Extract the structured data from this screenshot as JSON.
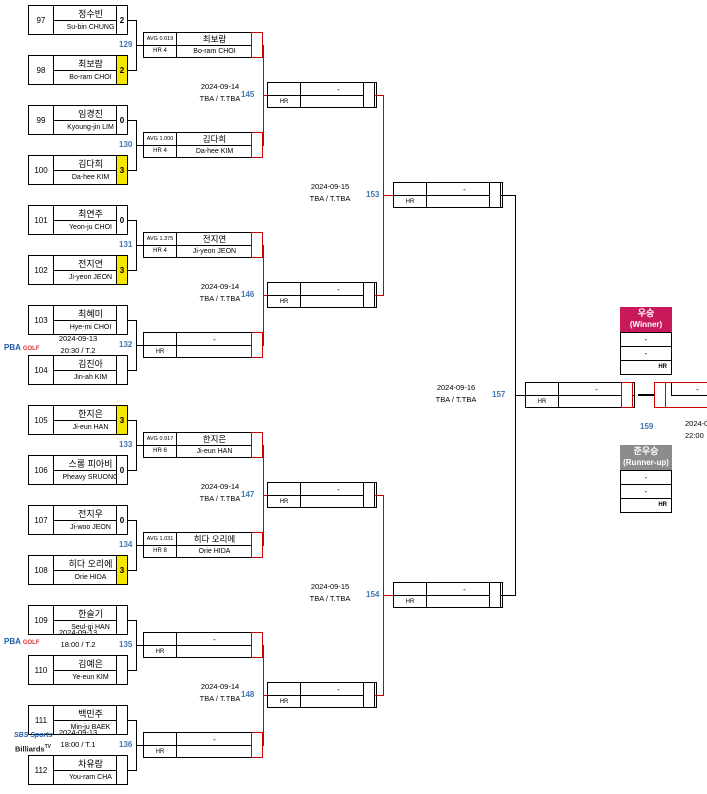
{
  "players": [
    {
      "seed": "97",
      "kr": "정수빈",
      "en": "Su-bin CHUNG",
      "score": "2",
      "win": false
    },
    {
      "seed": "98",
      "kr": "최보람",
      "en": "Bo-ram CHOI",
      "score": "2",
      "win": true
    },
    {
      "seed": "99",
      "kr": "임경진",
      "en": "Kyoung-jin LIM",
      "score": "0",
      "win": false
    },
    {
      "seed": "100",
      "kr": "김다희",
      "en": "Da-hee KIM",
      "score": "3",
      "win": true
    },
    {
      "seed": "101",
      "kr": "최연주",
      "en": "Yeon-ju CHOI",
      "score": "0",
      "win": false
    },
    {
      "seed": "102",
      "kr": "전지연",
      "en": "Ji-yeon JEON",
      "score": "3",
      "win": true
    },
    {
      "seed": "103",
      "kr": "최혜미",
      "en": "Hye-mi CHOI",
      "score": "",
      "win": false
    },
    {
      "seed": "104",
      "kr": "김진아",
      "en": "Jin-ah KIM",
      "score": "",
      "win": false
    },
    {
      "seed": "105",
      "kr": "한지은",
      "en": "Ji-eun HAN",
      "score": "3",
      "win": true
    },
    {
      "seed": "106",
      "kr": "스롱 피아비",
      "en": "Pheavy SRUONG",
      "score": "0",
      "win": false
    },
    {
      "seed": "107",
      "kr": "전지우",
      "en": "Ji-woo JEON",
      "score": "0",
      "win": false
    },
    {
      "seed": "108",
      "kr": "히다 오리에",
      "en": "Orie HIDA",
      "score": "3",
      "win": true
    },
    {
      "seed": "109",
      "kr": "한슬기",
      "en": "Seul-gi HAN",
      "score": "",
      "win": false
    },
    {
      "seed": "110",
      "kr": "김예은",
      "en": "Ye-eun KIM",
      "score": "",
      "win": false
    },
    {
      "seed": "111",
      "kr": "백민주",
      "en": "Min-ju BAEK",
      "score": "",
      "win": false
    },
    {
      "seed": "112",
      "kr": "차유람",
      "en": "You-ram CHA",
      "score": "",
      "win": false
    }
  ],
  "round2": [
    {
      "num": "129",
      "stat": "AVG 0.619",
      "hr": "HR 4",
      "kr": "최보람",
      "en": "Bo-ram CHOI"
    },
    {
      "num": "130",
      "stat": "AVG 1.000",
      "hr": "HR 4",
      "kr": "김다희",
      "en": "Da-hee KIM"
    },
    {
      "num": "131",
      "stat": "AVG 1.375",
      "hr": "HR 4",
      "kr": "전지연",
      "en": "Ji-yeon JEON"
    },
    {
      "num": "132",
      "stat": "",
      "hr": "HR",
      "kr": "-",
      "en": ""
    },
    {
      "num": "133",
      "stat": "AVG 0.917",
      "hr": "HR 6",
      "kr": "한지은",
      "en": "Ji-eun HAN"
    },
    {
      "num": "134",
      "stat": "AVG 1.031",
      "hr": "HR 8",
      "kr": "히다 오리에",
      "en": "Orie HIDA"
    },
    {
      "num": "135",
      "stat": "",
      "hr": "HR",
      "kr": "-",
      "en": ""
    },
    {
      "num": "136",
      "stat": "",
      "hr": "HR",
      "kr": "-",
      "en": ""
    }
  ],
  "pending_matches": [
    {
      "date": "2024-09-13",
      "time": "20:30 / T.2"
    },
    {
      "date": "2024-09-13",
      "time": "18:00 / T.2"
    },
    {
      "date": "2024-09-13",
      "time": "18:00 / T.1"
    }
  ],
  "round3": [
    {
      "num": "145",
      "date": "2024-09-14",
      "venue": "TBA / T.TBA",
      "hr": "HR",
      "name": "-"
    },
    {
      "num": "146",
      "date": "2024-09-14",
      "venue": "TBA / T.TBA",
      "hr": "HR",
      "name": "-"
    },
    {
      "num": "147",
      "date": "2024-09-14",
      "venue": "TBA / T.TBA",
      "hr": "HR",
      "name": "-"
    },
    {
      "num": "148",
      "date": "2024-09-14",
      "venue": "TBA / T.TBA",
      "hr": "HR",
      "name": "-"
    }
  ],
  "round4": [
    {
      "num": "153",
      "date": "2024-09-15",
      "venue": "TBA / T.TBA",
      "hr": "HR",
      "name": "-"
    },
    {
      "num": "154",
      "date": "2024-09-15",
      "venue": "TBA / T.TBA",
      "hr": "HR",
      "name": "-"
    }
  ],
  "semifinal": {
    "num": "157",
    "date": "2024-09-16",
    "venue": "TBA / T.TBA",
    "hr": "HR",
    "name": "-"
  },
  "final": {
    "num": "159",
    "date_partial": "2024-0",
    "time_partial": "22:00"
  },
  "winner": {
    "title_kr": "우승",
    "title_en": "(Winner)",
    "row1": "-",
    "row2": "-",
    "hr": "HR",
    "color": "#c8195a"
  },
  "runner_up": {
    "title_kr": "준우승",
    "title_en": "(Runner-up)",
    "row1": "-",
    "row2": "-",
    "hr": "HR",
    "color": "#8c8c8c"
  },
  "logos": {
    "pba": "PBA",
    "golf": "GOLF",
    "sbs": "SBS Sports",
    "billiards": "Billiards",
    "tv": "TV"
  },
  "colors": {
    "match_number": "#3f76b4",
    "win_score": "#f5e600",
    "bracket_red": "#cc0000"
  }
}
